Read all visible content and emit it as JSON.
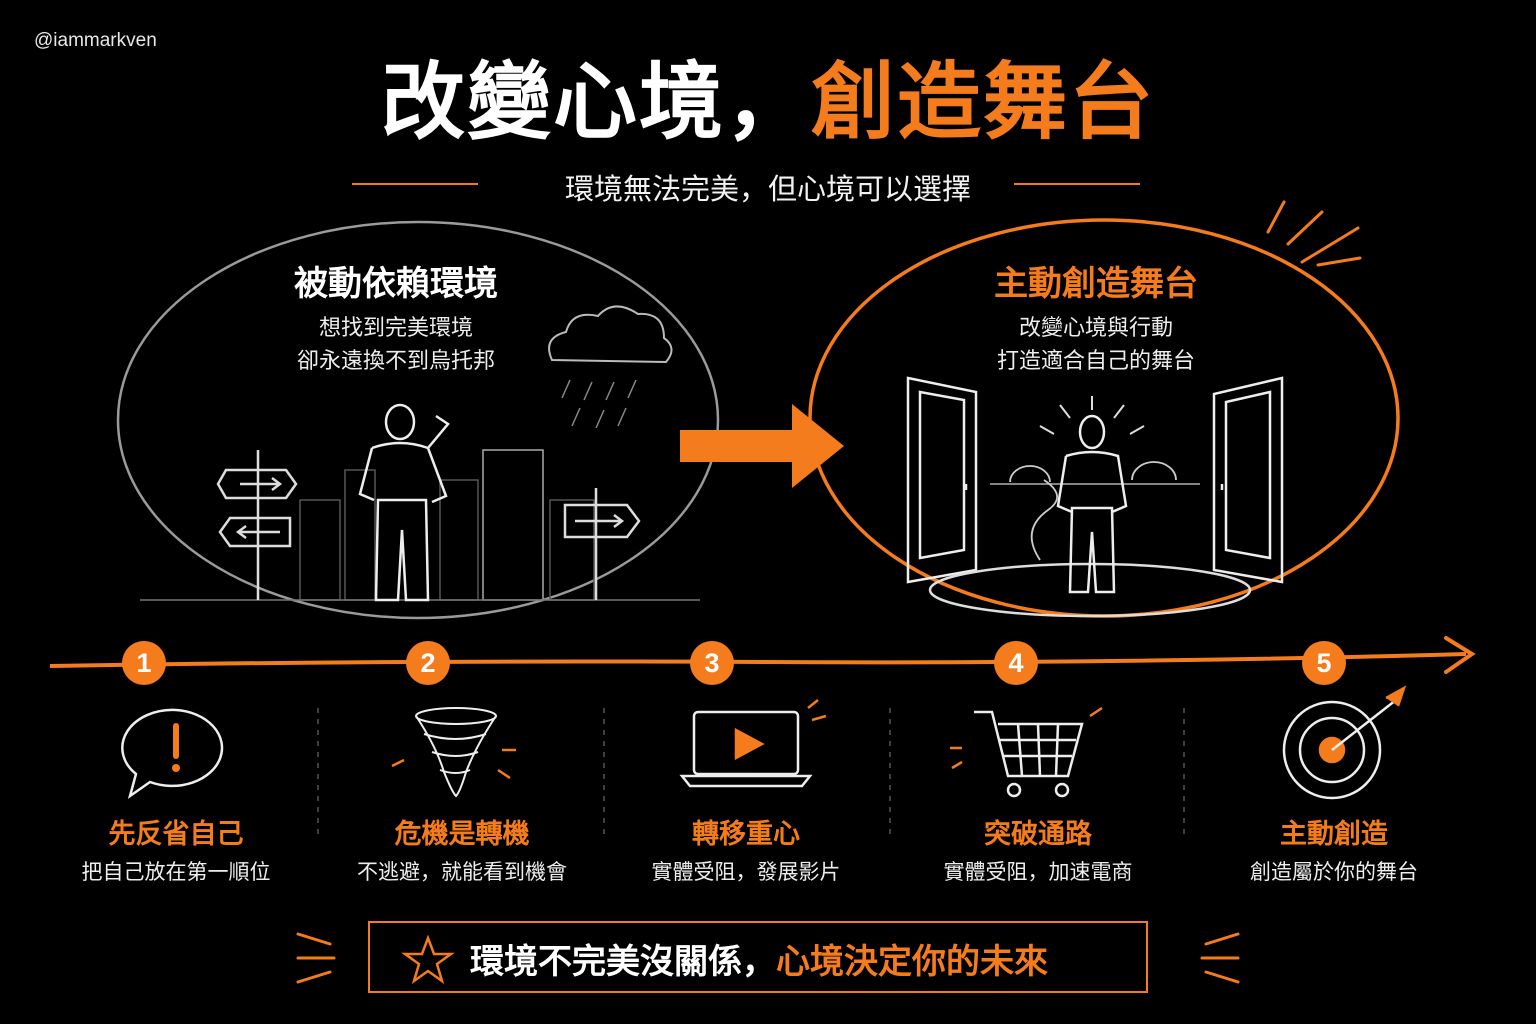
{
  "handle": "@iammarkven",
  "title": {
    "white": "改變心境，",
    "orange": "創造舞台"
  },
  "subtitle": "環境無法完美，但心境可以選擇",
  "left_panel": {
    "title": "被動依賴環境",
    "lines": [
      "想找到完美環境",
      "卻永遠換不到烏托邦"
    ]
  },
  "right_panel": {
    "title": "主動創造舞台",
    "lines": [
      "改變心境與行動",
      "打造適合自己的舞台"
    ]
  },
  "steps": [
    {
      "num": "1",
      "icon": "speech-bubble-exclamation-icon",
      "title": "先反省自己",
      "desc": "把自己放在第一順位"
    },
    {
      "num": "2",
      "icon": "tornado-icon",
      "title": "危機是轉機",
      "desc": "不逃避，就能看到機會"
    },
    {
      "num": "3",
      "icon": "laptop-play-icon",
      "title": "轉移重心",
      "desc": "實體受阻，發展影片"
    },
    {
      "num": "4",
      "icon": "shopping-cart-icon",
      "title": "突破通路",
      "desc": "實體受阻，加速電商"
    },
    {
      "num": "5",
      "icon": "target-arrow-icon",
      "title": "主動創造",
      "desc": "創造屬於你的舞台"
    }
  ],
  "banner": {
    "white": "環境不完美沒關係，",
    "orange": "心境決定你的未來"
  },
  "colors": {
    "accent": "#f47c1c",
    "background": "#000000",
    "text": "#ffffff"
  }
}
